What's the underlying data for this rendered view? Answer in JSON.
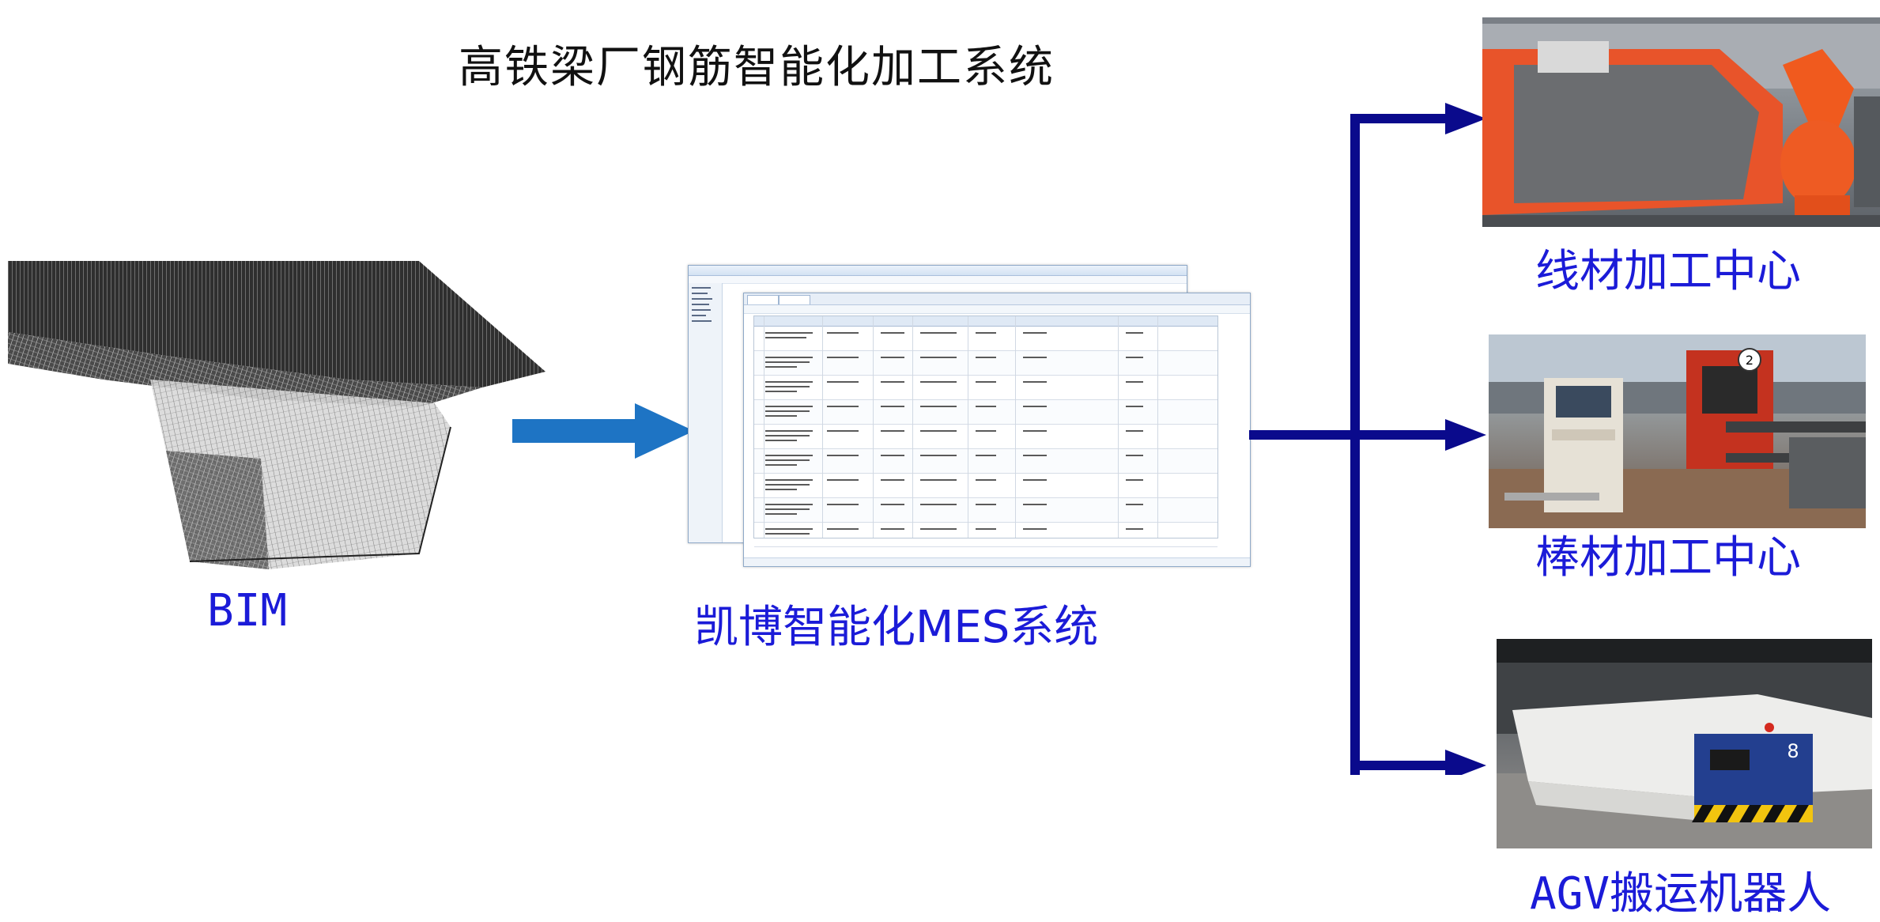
{
  "title": "高铁梁厂钢筋智能化加工系统",
  "labels": {
    "bim": "BIM",
    "mes": "凯博智能化MES系统",
    "wire": "线材加工中心",
    "bar": "棒材加工中心",
    "agv": "AGV搬运机器人"
  },
  "photo_text": {
    "sign_number": "2",
    "agv_number": "8"
  },
  "colors": {
    "label_blue": "#1b1bd8",
    "arrow_light_blue": "#1e74c4",
    "arrow_dark_blue": "#0a0a8c",
    "title_text": "#111111"
  }
}
